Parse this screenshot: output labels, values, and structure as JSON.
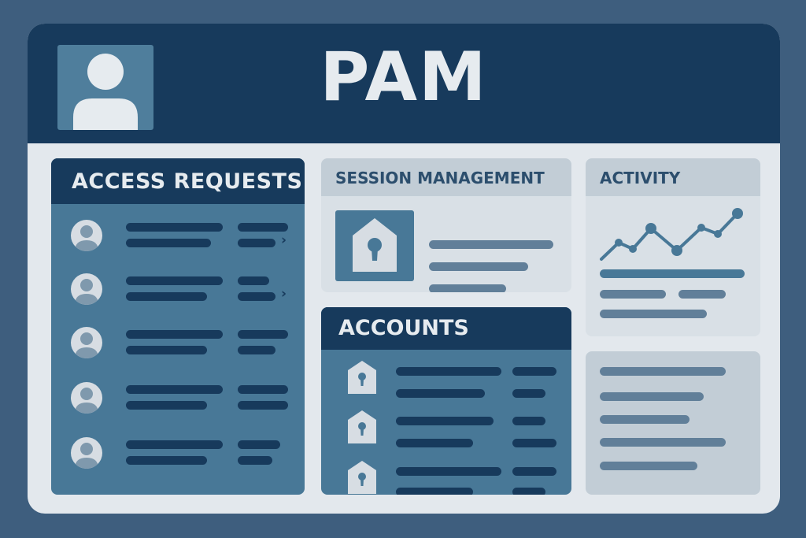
{
  "app": {
    "title": "PAM"
  },
  "access_requests": {
    "title": "ACCESS REQUESTS",
    "row_count": 5
  },
  "session_management": {
    "title": "SESSION MANAGEMENT"
  },
  "accounts": {
    "title": "ACCOUNTS"
  },
  "activity": {
    "title": "ACTIVITY"
  },
  "colors": {
    "background": "#3e5e7e",
    "navy": "#173a5c",
    "steel_blue": "#487897",
    "panel_light": "#d9e0e6",
    "panel_header_light": "#c2cdd6",
    "text_light": "#e6ebef"
  },
  "icons": {
    "avatar": "user-avatar-icon",
    "lock": "lock-icon",
    "chevron": "chevron-right-icon",
    "activity_chart": "line-chart-icon"
  }
}
